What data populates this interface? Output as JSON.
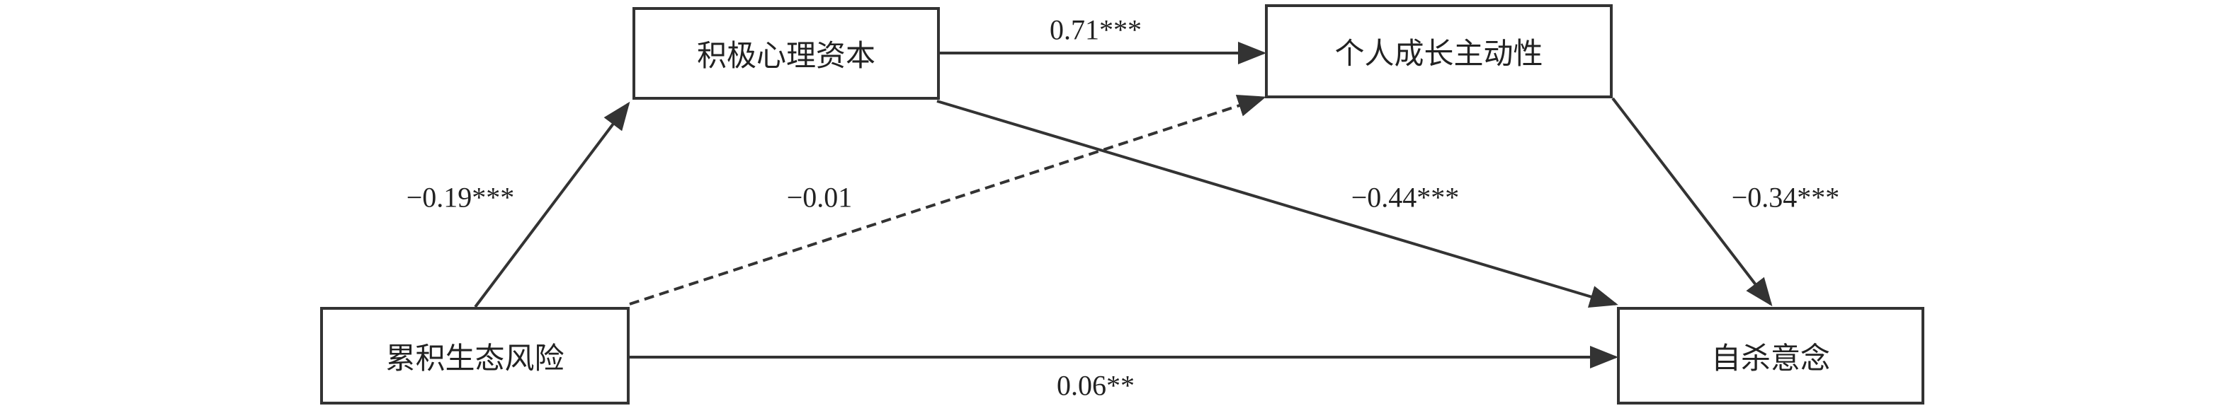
{
  "nodes": {
    "capital": "积极心理资本",
    "initiative": "个人成长主动性",
    "risk": "累积生态风险",
    "suicide": "自杀意念"
  },
  "paths": {
    "capital_initiative": "0.71***",
    "risk_capital": "−0.19***",
    "risk_initiative": "−0.01",
    "capital_suicide": "−0.44***",
    "initiative_suicide": "−0.34***",
    "risk_suicide": "0.06**"
  },
  "colors": {
    "line": "#333333"
  }
}
